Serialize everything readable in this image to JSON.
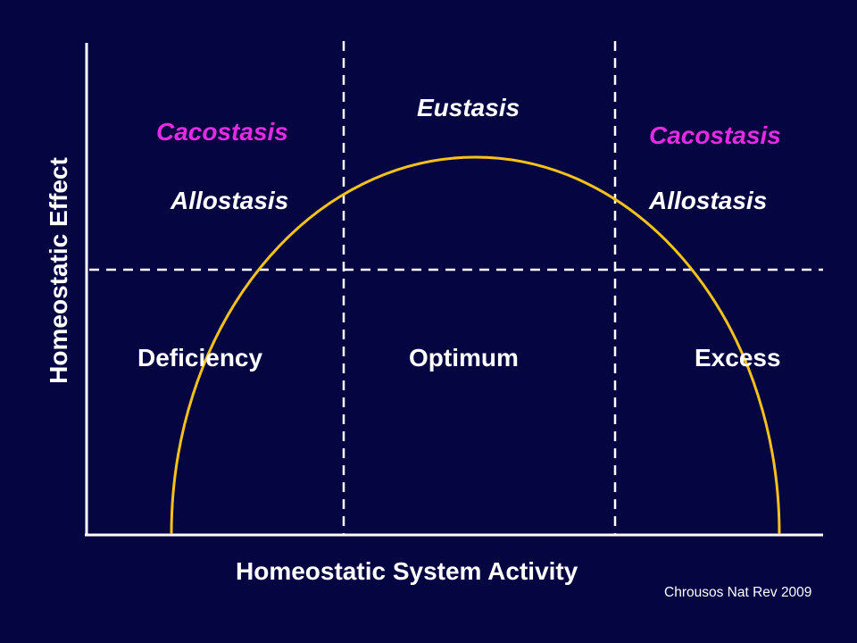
{
  "diagram": {
    "x_axis_label": "Homeostatic System Activity",
    "y_axis_label": "Homeostatic  Effect",
    "top_labels": {
      "left_cacostasis": "Cacostasis",
      "center_eustasis": "Eustasis",
      "right_cacostasis": "Cacostasis",
      "left_allostasis": "Allostasis",
      "right_allostasis": "Allostasis"
    },
    "bottom_labels": {
      "left": "Deficiency",
      "center": "Optimum",
      "right": "Excess"
    },
    "citation": "Chrousos Nat Rev 2009",
    "colors": {
      "background": "#050542",
      "curve": "#f5c21b",
      "axes": "#ffffff",
      "dashed_lines": "#ffffff",
      "cacostasis_text": "#e22be2",
      "text": "#ffffff"
    }
  }
}
